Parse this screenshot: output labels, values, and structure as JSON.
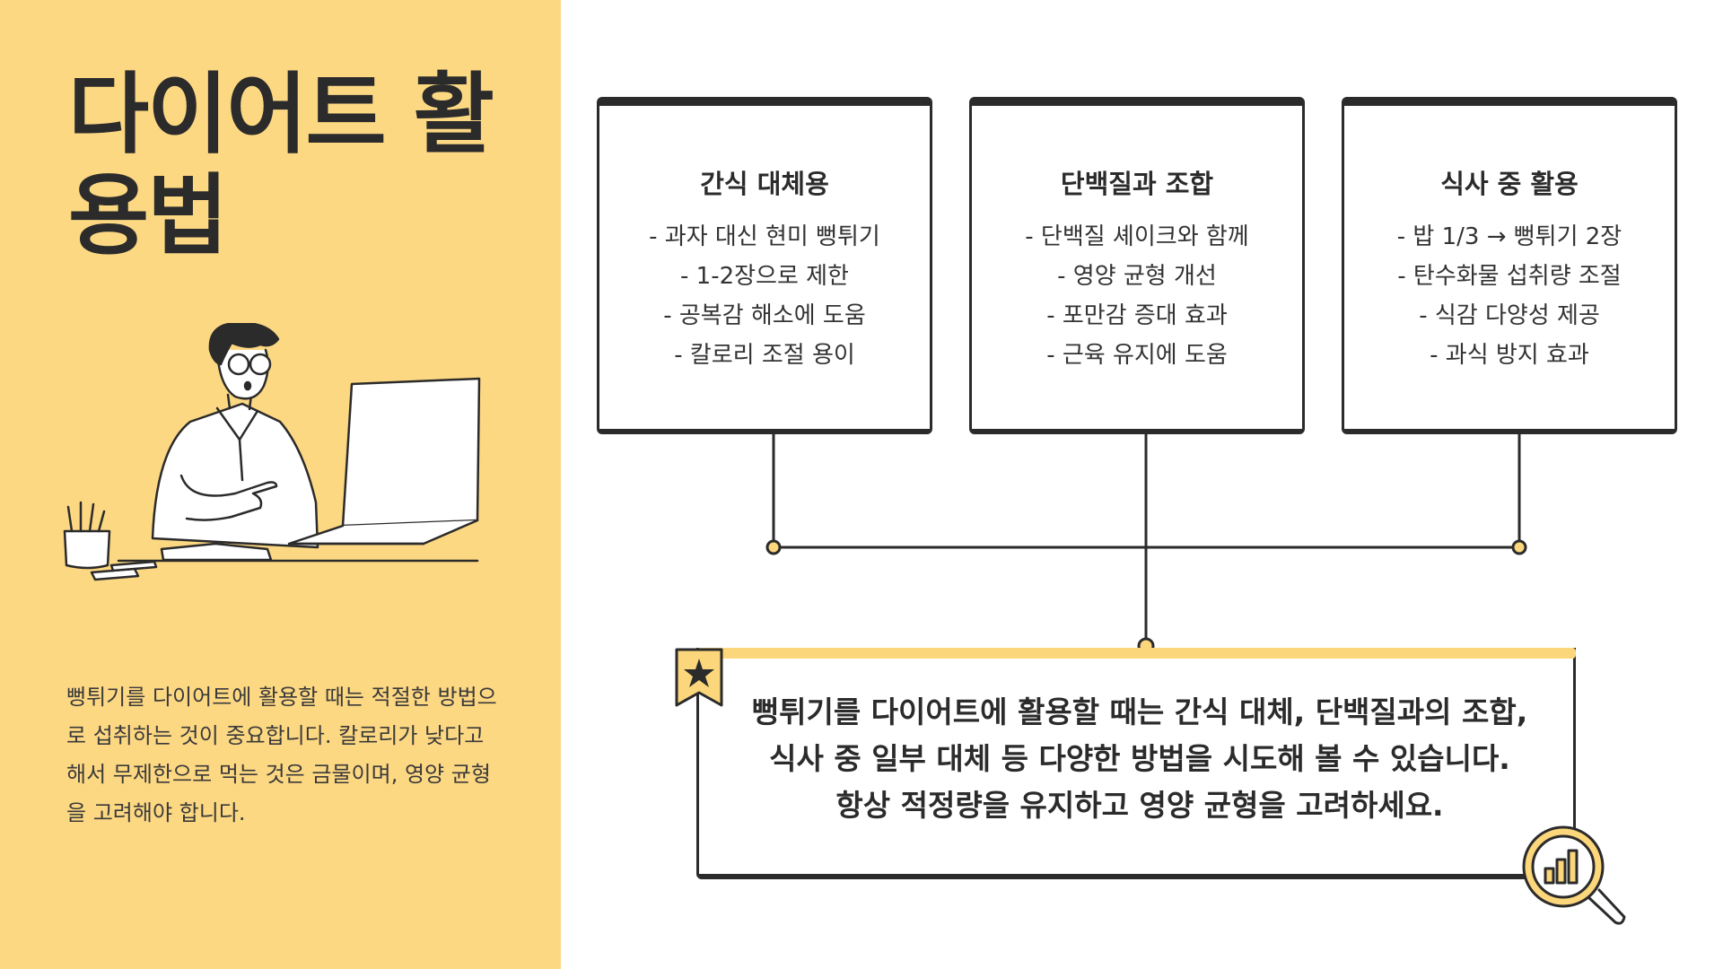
{
  "title": "다이어트 활용법",
  "description": "뻥튀기를 다이어트에 활용할 때는 적절한 방법으로 섭취하는 것이 중요합니다. 칼로리가 낮다고 해서 무제한으로 먹는 것은 금물이며, 영양 균형을 고려해야 합니다.",
  "cards": [
    {
      "title": "간식 대체용",
      "items": [
        "- 과자 대신 현미 뻥튀기",
        "- 1-2장으로 제한",
        "- 공복감 해소에 도움",
        "- 칼로리 조절 용이"
      ]
    },
    {
      "title": "단백질과 조합",
      "items": [
        "- 단백질 셰이크와 함께",
        "- 영양 균형 개선",
        "- 포만감 증대 효과",
        "- 근육 유지에 도움"
      ]
    },
    {
      "title": "식사 중 활용",
      "items": [
        "- 밥 1/3 → 뻥튀기 2장",
        "- 탄수화물 섭취량 조절",
        "- 식감 다양성 제공",
        "- 과식 방지 효과"
      ]
    }
  ],
  "summary": {
    "line1": "뻥튀기를 다이어트에 활용할 때는 간식 대체, 단백질과의 조합,",
    "line2": "식사 중 일부 대체 등 다양한 방법을 시도해 볼 수 있습니다.",
    "line3": "항상 적정량을 유지하고 영양 균형을 고려하세요."
  },
  "colors": {
    "panel": "#fdd883",
    "accent": "#fbd67b",
    "dark": "#2b2b2b"
  },
  "icons": [
    "person-laptop-illustration",
    "star-icon",
    "magnifier-chart-icon"
  ]
}
